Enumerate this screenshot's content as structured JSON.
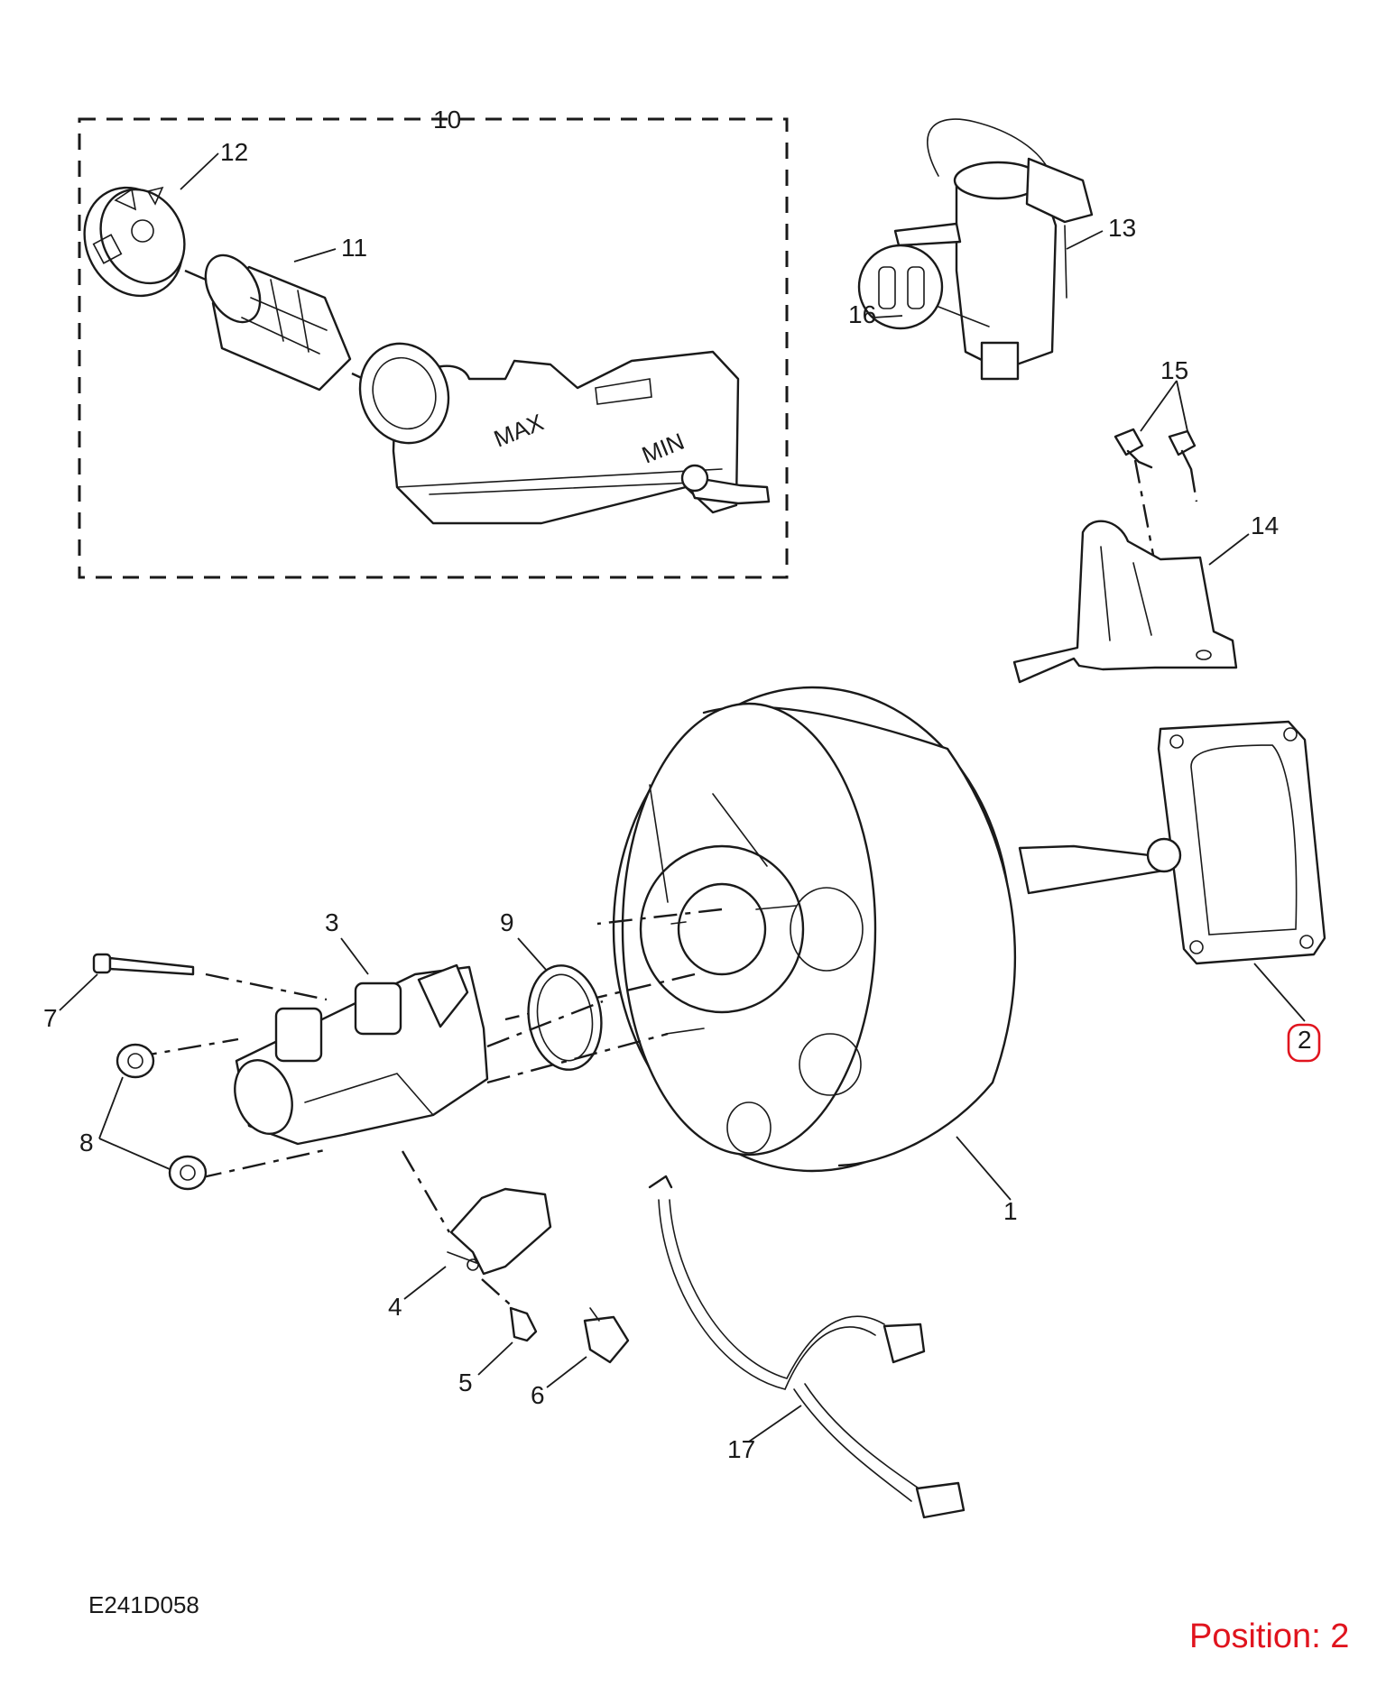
{
  "diagram": {
    "callouts": {
      "c1": "1",
      "c2": "2",
      "c3": "3",
      "c4": "4",
      "c5": "5",
      "c6": "6",
      "c7": "7",
      "c8": "8",
      "c9": "9",
      "c10": "10",
      "c11": "11",
      "c12": "12",
      "c13": "13",
      "c14": "14",
      "c15": "15",
      "c16": "16",
      "c17": "17"
    },
    "reservoir_markings": {
      "max": "MAX",
      "min": "MIN"
    },
    "drawing_code": "E241D058",
    "position_label": "Position: 2",
    "highlight_color": "#e0141e"
  }
}
